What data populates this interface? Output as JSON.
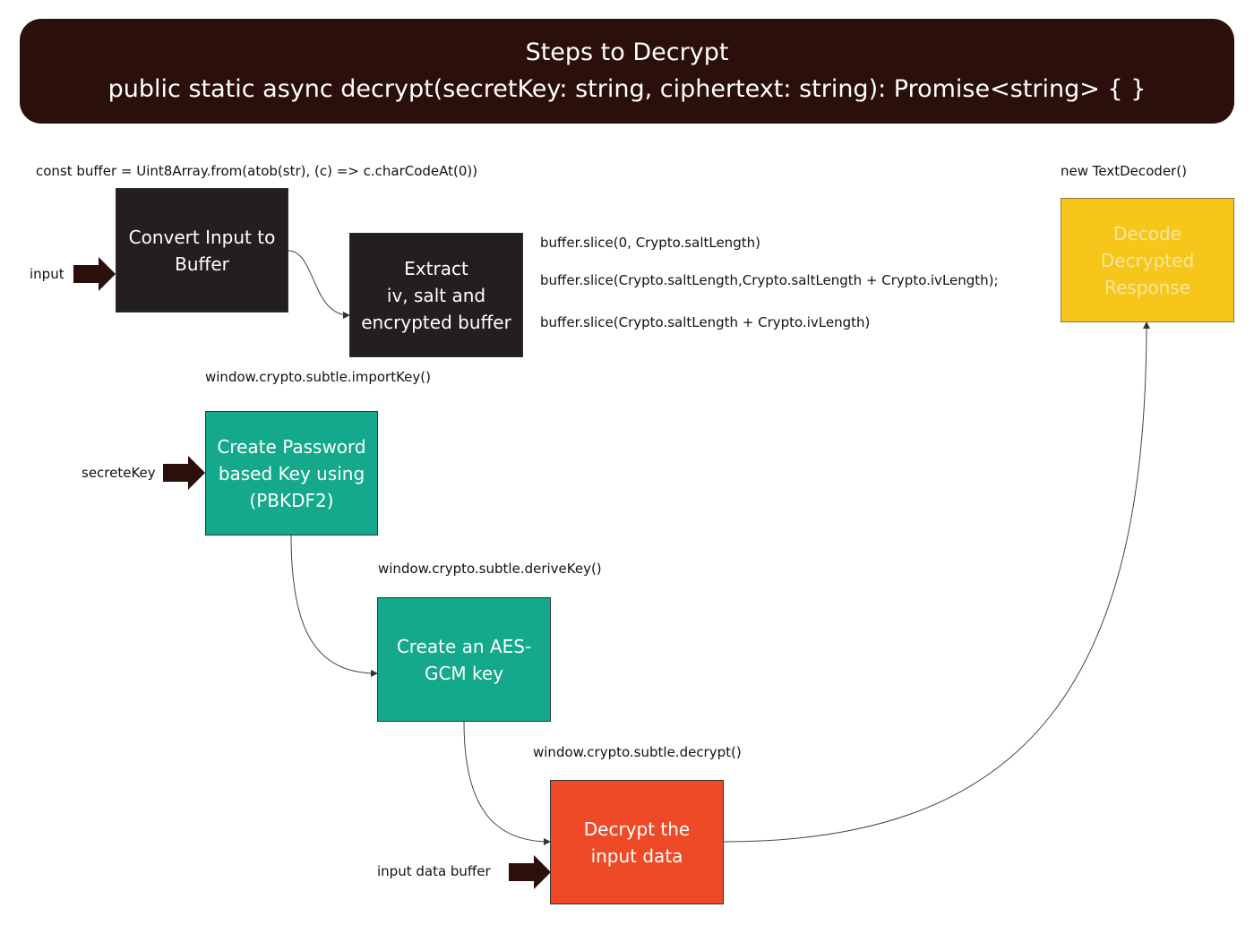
{
  "title": {
    "line1": "Steps to Decrypt",
    "line2": "public static async decrypt(secretKey: string, ciphertext: string): Promise<string> { }"
  },
  "steps": {
    "convert": {
      "label": "Convert Input to Buffer",
      "code": "const buffer = Uint8Array.from(atob(str), (c) => c.charCodeAt(0))",
      "input_label": "input"
    },
    "extract": {
      "label_line1": "Extract",
      "label_line2": "iv, salt and",
      "label_line3": "encrypted buffer",
      "code_salt": "buffer.slice(0, Crypto.saltLength)",
      "code_iv": "buffer.slice(Crypto.saltLength,Crypto.saltLength + Crypto.ivLength);",
      "code_data": "buffer.slice(Crypto.saltLength + Crypto.ivLength)"
    },
    "password_key": {
      "label": "Create Password based Key using (PBKDF2)",
      "code": "window.crypto.subtle.importKey()",
      "input_label": "secreteKey"
    },
    "aes_key": {
      "label": "Create an AES-GCM key",
      "code": "window.crypto.subtle.deriveKey()"
    },
    "decrypt": {
      "label": "Decrypt the input data",
      "code": "window.crypto.subtle.decrypt()",
      "input_label": "input data buffer"
    },
    "decode": {
      "label_line1": "Decode",
      "label_line2": "Decrypted",
      "label_line3": "Response",
      "code": "new TextDecoder()"
    }
  },
  "colors": {
    "title_bg": "#2a0f0a",
    "dark_box": "#231f1e",
    "green_box": "#13a98a",
    "red_box": "#ef4a27",
    "yellow_box": "#f6c61a",
    "input_arrow": "#2a0f0a"
  }
}
